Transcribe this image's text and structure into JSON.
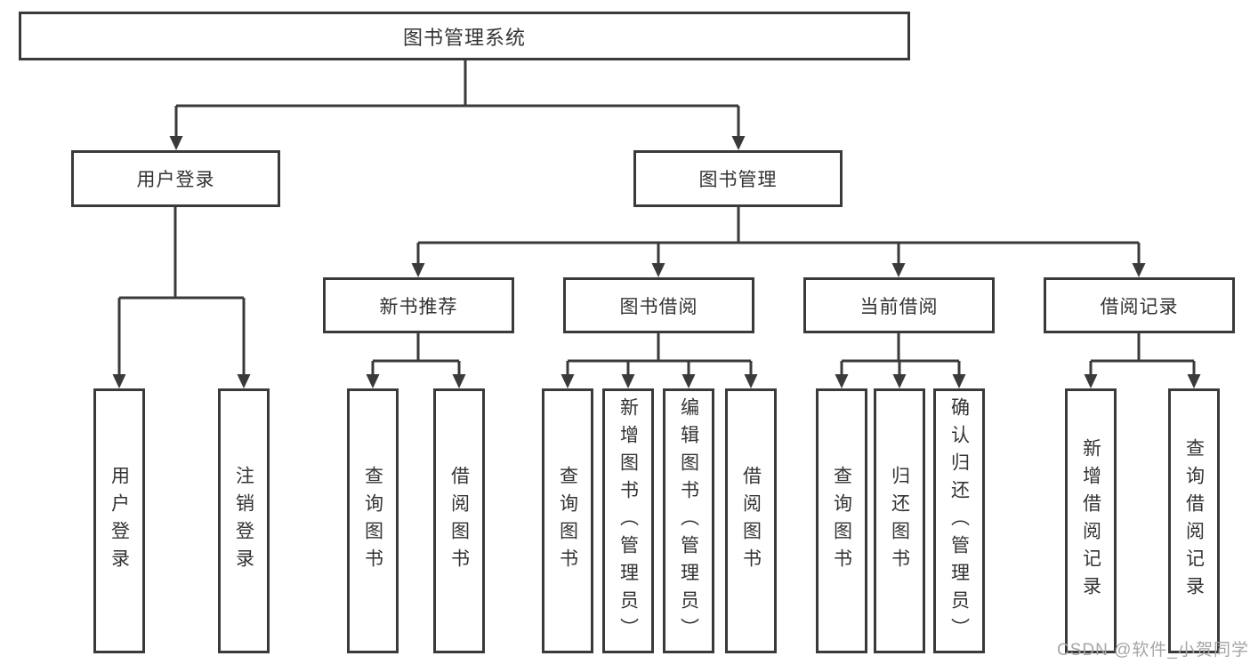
{
  "colors": {
    "line": "#3a3a3a",
    "box_border": "#3a3a3a",
    "text": "#333333",
    "background": "#ffffff",
    "watermark": "#a6a6a6"
  },
  "diagram": {
    "root": {
      "label": "图书管理系统"
    },
    "branches": [
      {
        "label": "用户登录",
        "children": [
          {
            "label": "用户登录"
          },
          {
            "label": "注销登录"
          }
        ]
      },
      {
        "label": "图书管理",
        "children": [
          {
            "label": "新书推荐",
            "children": [
              {
                "label": "查询图书"
              },
              {
                "label": "借阅图书"
              }
            ]
          },
          {
            "label": "图书借阅",
            "children": [
              {
                "label": "查询图书"
              },
              {
                "label": "新增图书（管理员）"
              },
              {
                "label": "编辑图书（管理员）"
              },
              {
                "label": "借阅图书"
              }
            ]
          },
          {
            "label": "当前借阅",
            "children": [
              {
                "label": "查询图书"
              },
              {
                "label": "归还图书"
              },
              {
                "label": "确认归还（管理员）"
              }
            ]
          },
          {
            "label": "借阅记录",
            "children": [
              {
                "label": "新增借阅记录"
              },
              {
                "label": "查询借阅记录"
              }
            ]
          }
        ]
      }
    ]
  },
  "watermark": {
    "text": "CSDN @软件_小贺同学"
  }
}
